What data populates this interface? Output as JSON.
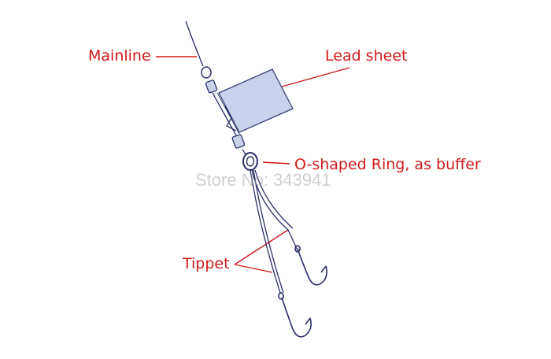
{
  "labels": {
    "mainline": "Mainline",
    "lead_sheet": "Lead sheet",
    "o_ring": "O-shaped Ring, as buffer",
    "tippet": "Tippet"
  },
  "watermark": "Store No: 343941",
  "colors": {
    "label": "#d11a1a",
    "line": "#2a2f6a",
    "lead_fill": "#c9d2ea",
    "lead_stroke": "#3b4380"
  }
}
